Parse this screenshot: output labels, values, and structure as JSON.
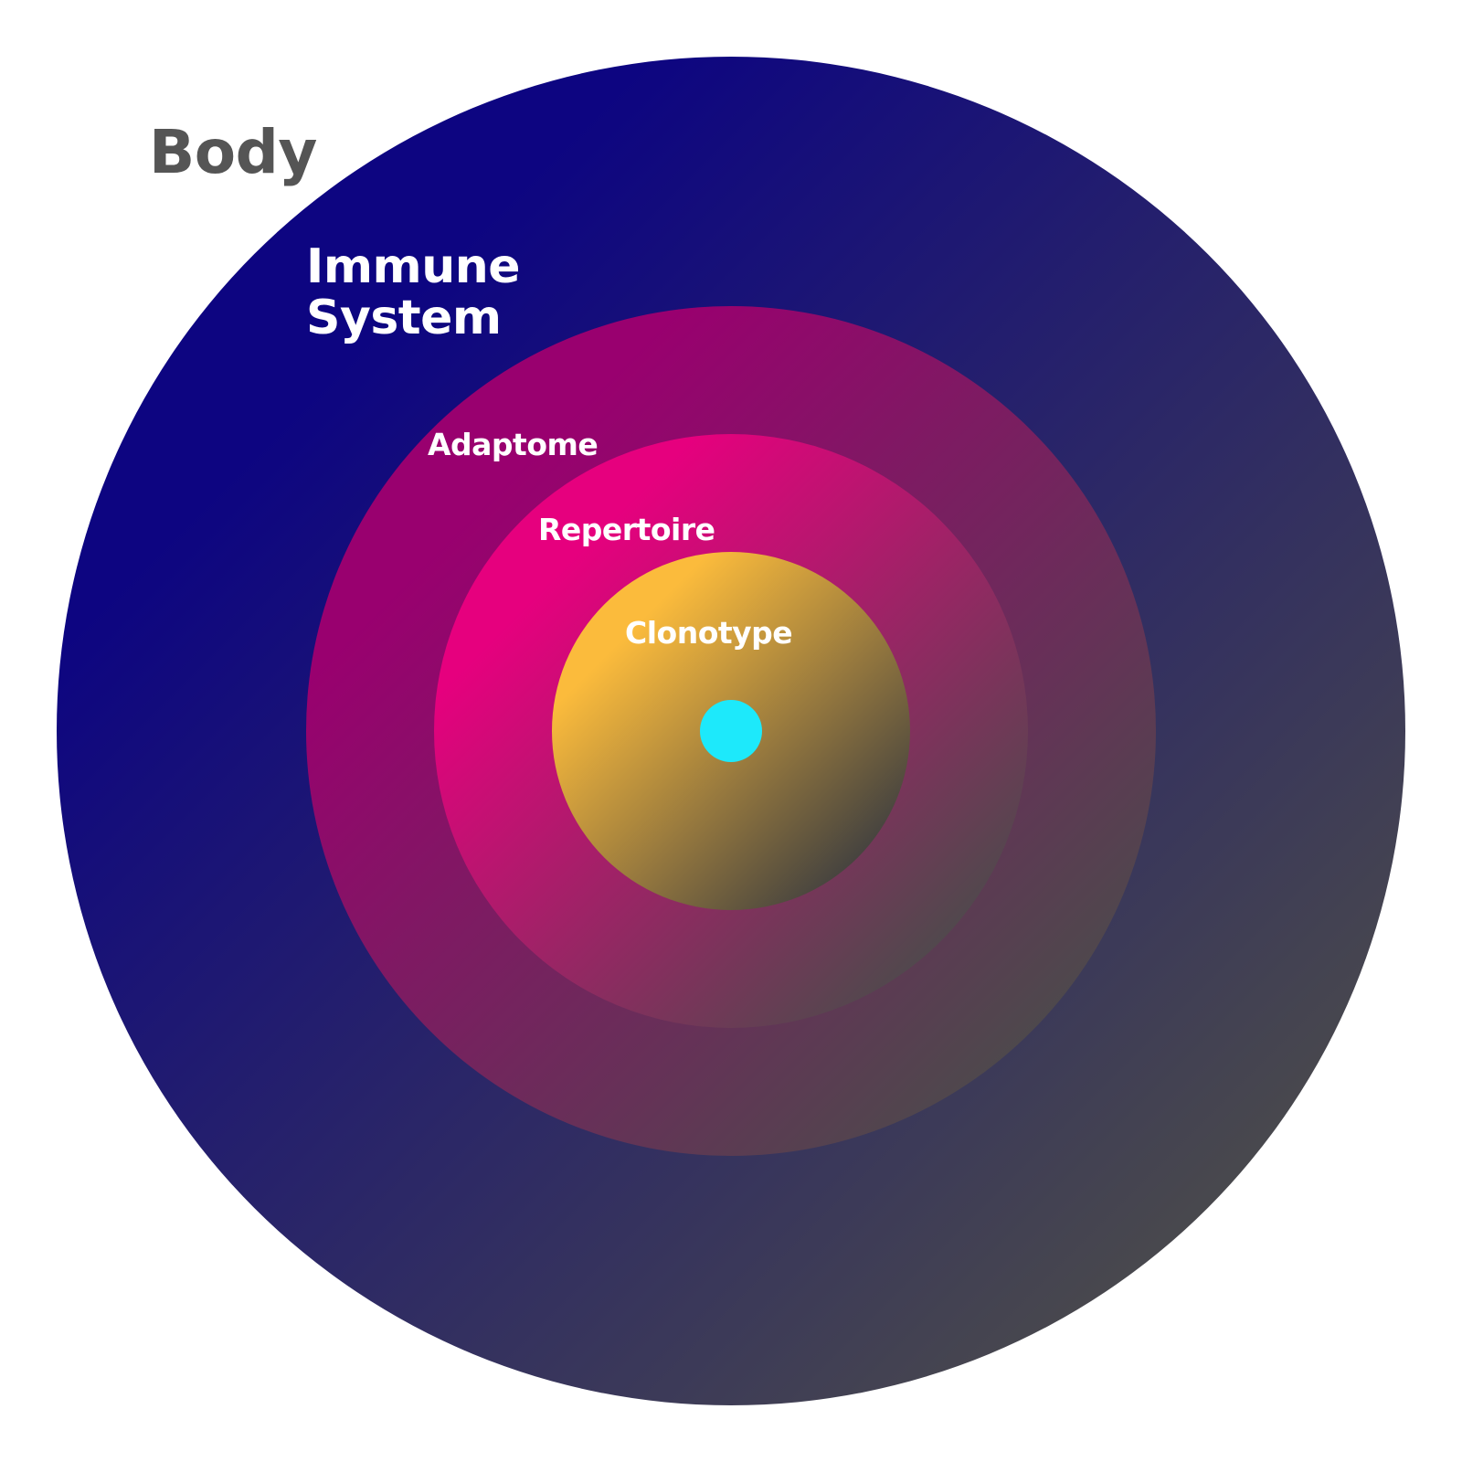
{
  "labels": {
    "body": "Body",
    "immune_line1": "Immune",
    "immune_line2": "System",
    "adaptome": "Adaptome",
    "repertoire": "Repertoire",
    "clonotype": "Clonotype"
  },
  "colors": {
    "body": {
      "start": "#0d0581",
      "end": "#4b4b4b"
    },
    "adaptome": {
      "start": "#99006f",
      "end": "#4b4b4b"
    },
    "repertoire": {
      "start": "#e6007e",
      "end": "#4b4b4b"
    },
    "clonotype": {
      "start": "#fbbb3c",
      "end": "#3f3f3f"
    },
    "core": "#1de9fb",
    "body_label": "#555555",
    "inner_label": "#ffffff"
  }
}
